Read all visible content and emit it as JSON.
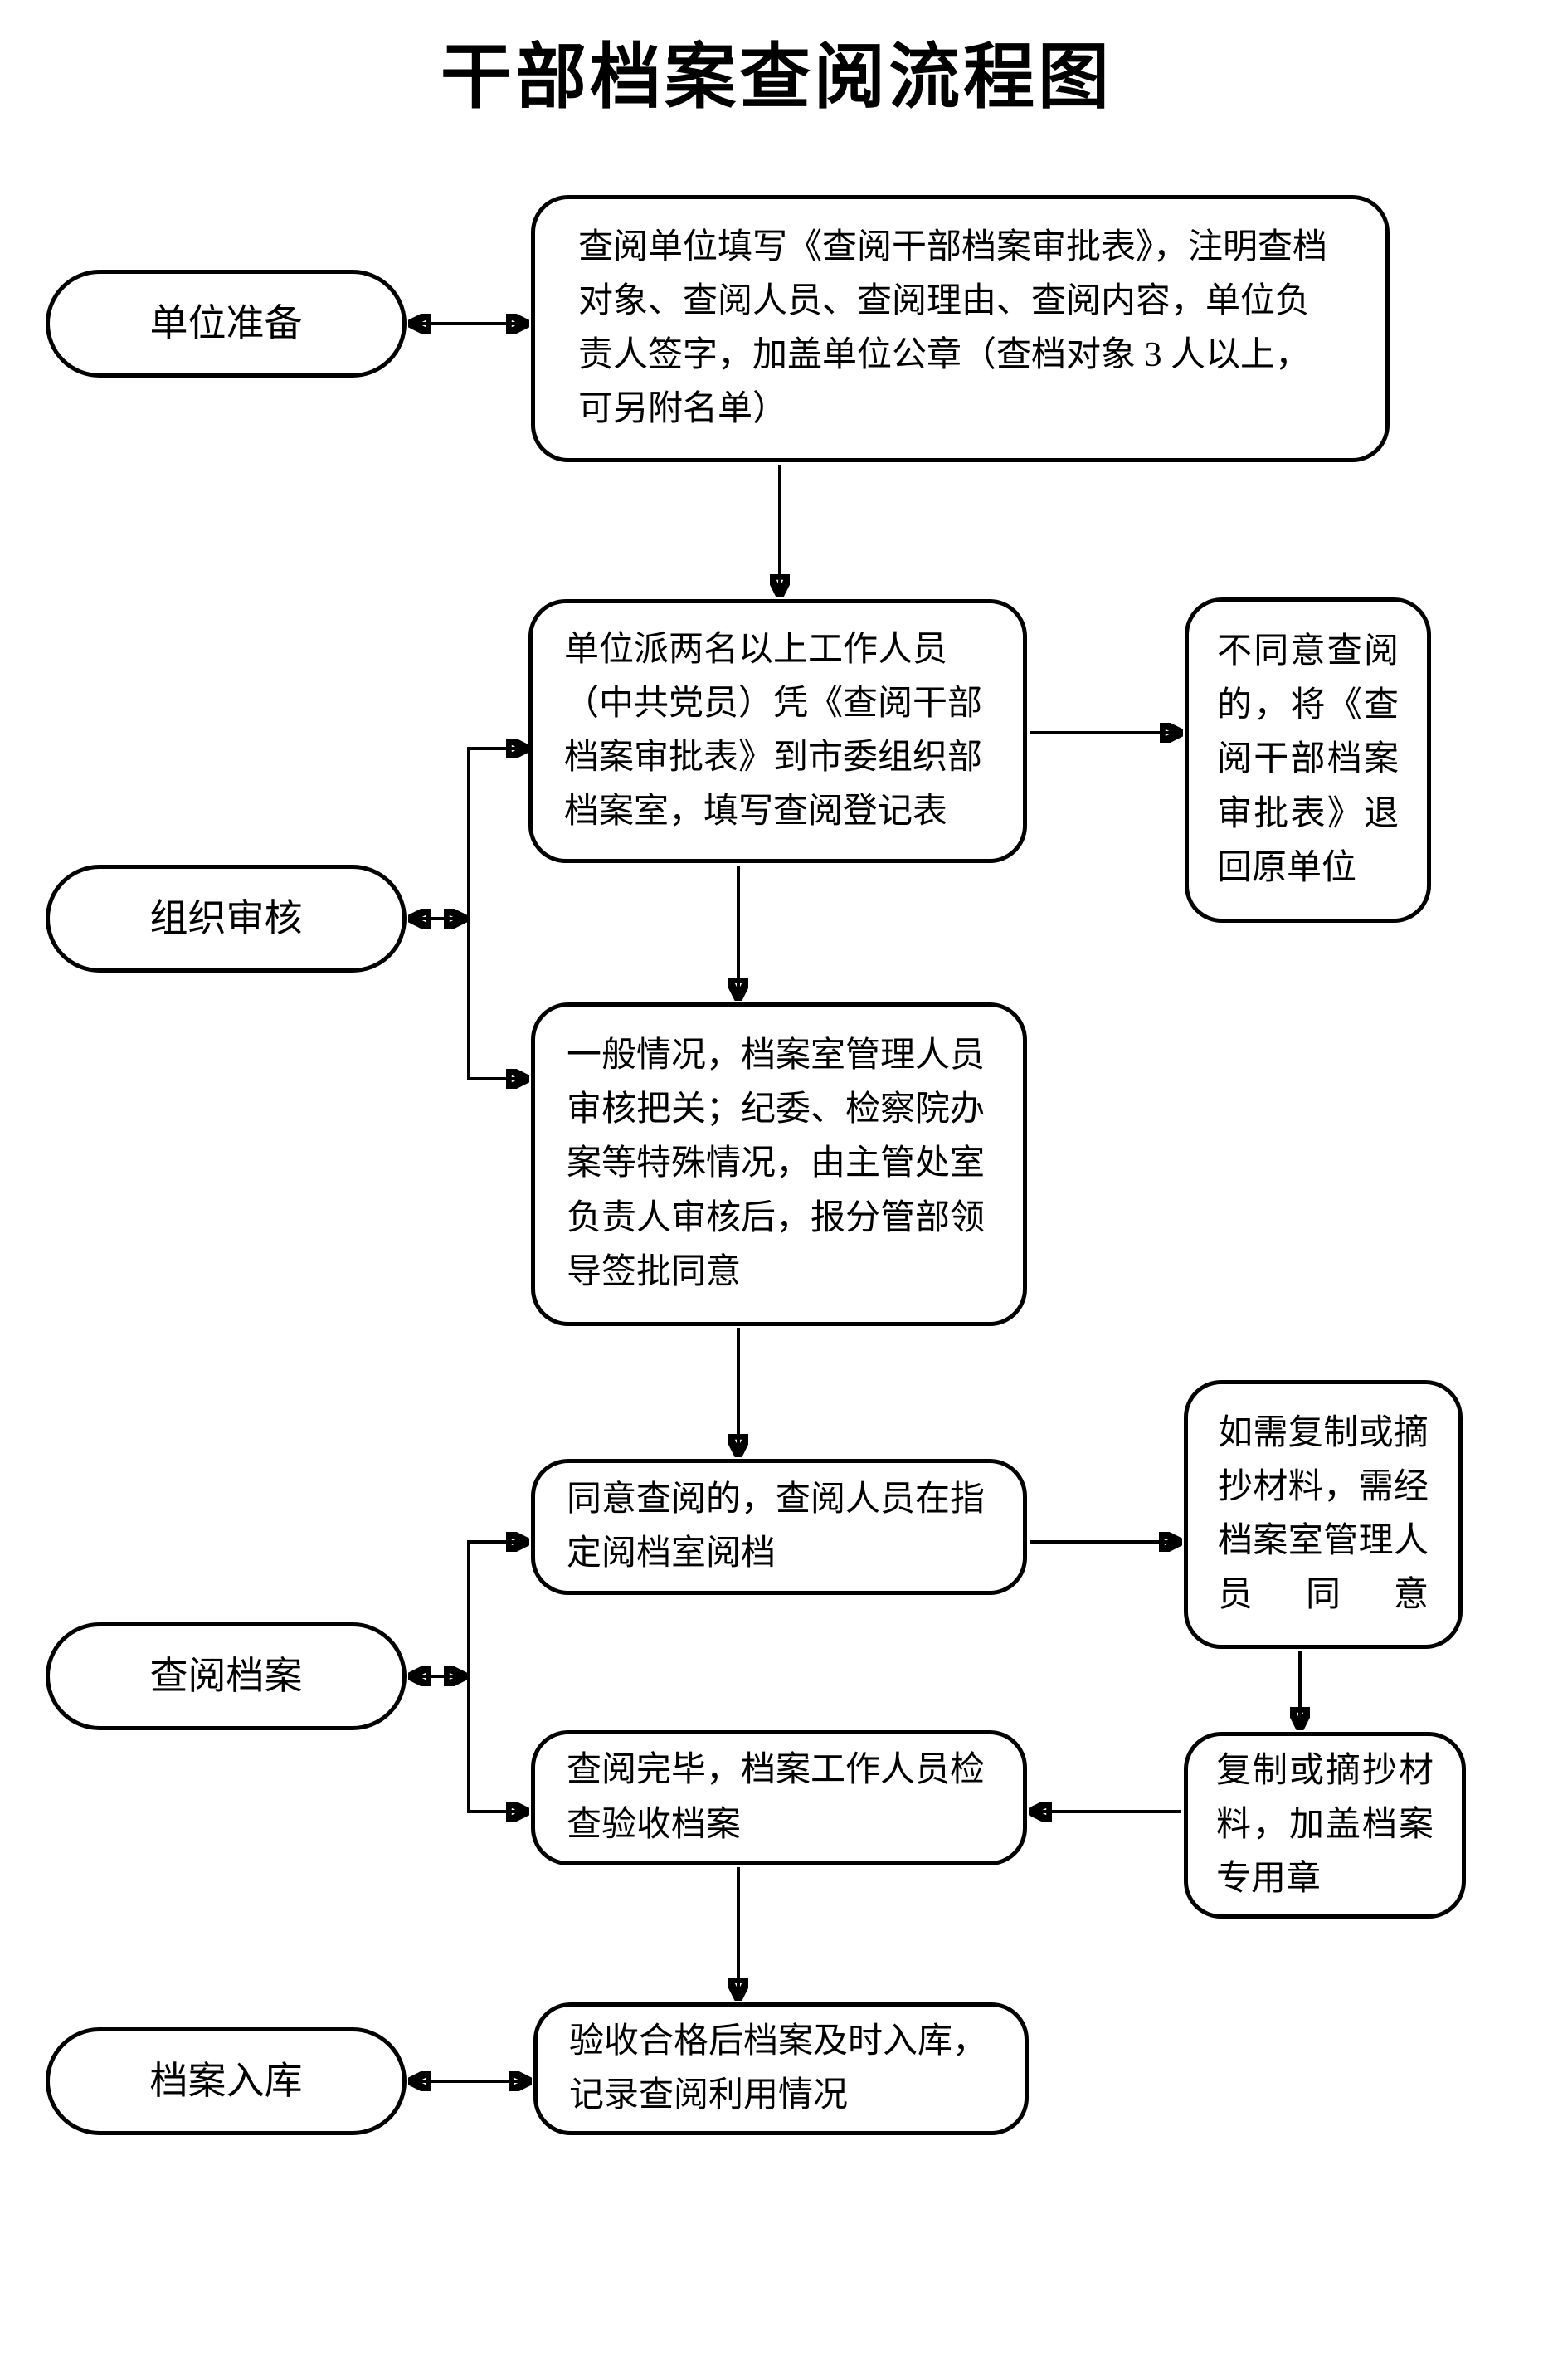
{
  "title": "干部档案查阅流程图",
  "colors": {
    "ink": "#000000",
    "background": "#ffffff"
  },
  "stages": {
    "prepare": "单位准备",
    "audit": "组织审核",
    "read": "查阅档案",
    "storage": "档案入库"
  },
  "steps": {
    "fill_form": "查阅单位填写《查阅干部档案审批表》，注明查档对象、查阅人员、查阅理由、查阅内容，单位负责人签字，加盖单位公章（查档对象 3 人以上，可另附名单）",
    "register": "单位派两名以上工作人员（中共党员）凭《查阅干部档案审批表》到市委组织部档案室，填写查阅登记表",
    "reject": "不同意查阅的，将《查阅干部档案审批表》退回原单位",
    "audit_rule": "一般情况，档案室管理人员审核把关；纪委、检察院办案等特殊情况，由主管处室负责人审核后，报分管部领导签批同意",
    "read_room": "同意查阅的，查阅人员在指定阅档室阅档",
    "copy_need": "如需复制或摘抄材料，需经档案室管理人员同意",
    "copy_stamp": "复制或摘抄材料，加盖档案专用章",
    "check": "查阅完毕，档案工作人员检查验收档案",
    "store_record": "验收合格后档案及时入库，记录查阅利用情况"
  }
}
